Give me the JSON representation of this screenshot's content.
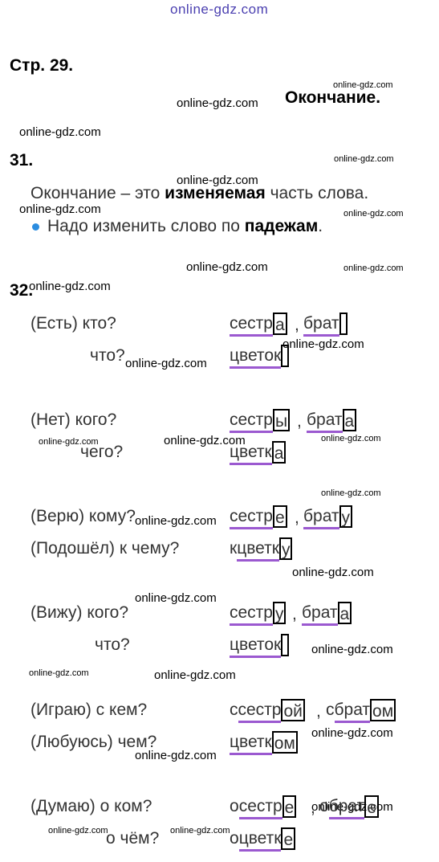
{
  "watermark": "online-gdz.com",
  "page": "Стр. 29.",
  "topic": "Окончание.",
  "ex31": {
    "number": "31.",
    "def_pre": "Окончание – это ",
    "def_bold": "изменяемая",
    "def_post": " часть слова.",
    "tip_pre": "Надо изменить слово по ",
    "tip_bold": "падежам",
    "tip_post": "."
  },
  "ex32": {
    "number": "32.",
    "q1": "(Есть) кто?",
    "q1b": "что?",
    "q2": "(Нет) кого?",
    "q2b": "чего?",
    "q3": "(Верю) кому?",
    "q3b": "(Подошёл) к чему?",
    "q4": "(Вижу) кого?",
    "q4b": "что?",
    "q5": "(Играю) с кем?",
    "q5b": "(Любуюсь) чем?",
    "q6": "(Думаю) о ком?",
    "q6b": "о чём?",
    "w1a": {
      "stem": "сестр",
      "end": "а"
    },
    "w1b": {
      "stem": "брат",
      "end": ""
    },
    "w1c": {
      "stem": "цветок",
      "end": ""
    },
    "w2a": {
      "stem": "сестр",
      "end": "ы"
    },
    "w2b": {
      "stem": "брат",
      "end": "а"
    },
    "w2c": {
      "stem": "цветк",
      "end": "а"
    },
    "w3a": {
      "stem": "сестр",
      "end": "е"
    },
    "w3b": {
      "stem": "брат",
      "end": "у"
    },
    "w3c": {
      "pre": "к ",
      "stem": "цветк",
      "end": "у"
    },
    "w4a": {
      "stem": "сестр",
      "end": "у"
    },
    "w4b": {
      "stem": "брат",
      "end": "а"
    },
    "w4c": {
      "stem": "цветок",
      "end": ""
    },
    "w5a": {
      "pre": "с ",
      "stem": "сестр",
      "end": "ой"
    },
    "w5b": {
      "pre": "с ",
      "stem": "брат",
      "end": "ом"
    },
    "w5c": {
      "stem": "цветк",
      "end": "ом"
    },
    "w6a": {
      "pre": "о ",
      "stem": "сестр",
      "end": "е"
    },
    "w6b": {
      "pre": "о ",
      "stem": "брат",
      "end": "е"
    },
    "w6c": {
      "pre": "о ",
      "stem": "цветк",
      "end": "е"
    },
    "comma": ","
  },
  "colors": {
    "stem_underline": "#9b59d0",
    "bullet": "#2b8de0",
    "top_watermark": "#4a3fb0"
  }
}
